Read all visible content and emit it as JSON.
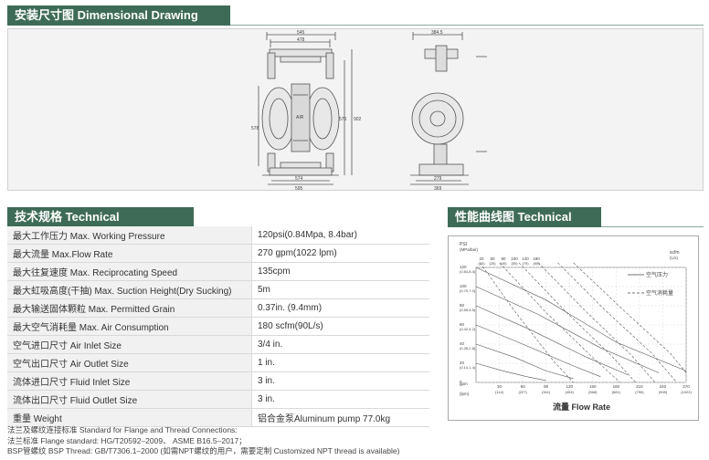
{
  "sections": {
    "drawing": "安装尺寸图 Dimensional Drawing",
    "specs": "技术规格 Technical Specifications",
    "curve": "性能曲线图 Technical Curve"
  },
  "drawing": {
    "front_dims": {
      "top1": "545",
      "top2": "478",
      "bottom1": "574",
      "bottom2": "595",
      "h_right1": "576",
      "h_right2": "902",
      "h_left": "578",
      "air_label": "AIR"
    },
    "side_dims": {
      "top": "384.5",
      "bottom1": "279",
      "bottom2": "369"
    }
  },
  "specs": [
    {
      "label": "最大工作压力 Max. Working Pressure",
      "value": "120psi(0.84Mpa, 8.4bar)"
    },
    {
      "label": "最大流量 Max.Flow Rate",
      "value": "270 gpm(1022 lpm)"
    },
    {
      "label": "最大往复速度 Max. Reciprocating Speed",
      "value": "135cpm"
    },
    {
      "label": "最大虹吸高度(干抽) Max. Suction Height(Dry Sucking)",
      "value": "5m"
    },
    {
      "label": "最大输送固体颗粒 Max. Permitted Grain",
      "value": "0.37in. (9.4mm)"
    },
    {
      "label": "最大空气消耗量 Max. Air Consumption",
      "value": "180 scfm(90L/s)"
    },
    {
      "label": "空气进口尺寸 Air Inlet Size",
      "value": "3/4 in."
    },
    {
      "label": "空气出口尺寸 Air Outlet Size",
      "value": "1 in."
    },
    {
      "label": "流体进口尺寸 Fluid Inlet Size",
      "value": "3 in."
    },
    {
      "label": "流体出口尺寸 Fluid Outlet Size",
      "value": "3 in."
    },
    {
      "label": "重量 Weight",
      "value": "铝合金泵Aluminum pump 77.0kg"
    }
  ],
  "curve": {
    "psi_label": "PSI",
    "psi_unit": "(MPa/bar)",
    "scfm_label": "scfm",
    "scfm_unit": "(L/s)",
    "y_ticks": [
      {
        "v": "120",
        "s": "(0.84,8.4)"
      },
      {
        "v": "100",
        "s": "(0.70,7.0)"
      },
      {
        "v": "80",
        "s": "(0.55,5.5)"
      },
      {
        "v": "60",
        "s": "(0.42,4.2)"
      },
      {
        "v": "40",
        "s": "(0.28,2.8)"
      },
      {
        "v": "20",
        "s": "(0.14,1.4)"
      },
      {
        "v": "0",
        "s": ""
      }
    ],
    "top_ticks": [
      {
        "v": "20",
        "s": "(10)"
      },
      {
        "v": "50",
        "s": "(25)"
      },
      {
        "v": "80",
        "s": "(40)"
      },
      {
        "v": "100",
        "s": "(50)"
      },
      {
        "v": "140",
        "s": "(70)"
      },
      {
        "v": "180",
        "s": "(90)"
      }
    ],
    "x_ticks": [
      {
        "v": "30",
        "s": "(114)"
      },
      {
        "v": "60",
        "s": "(227)"
      },
      {
        "v": "90",
        "s": "(341)"
      },
      {
        "v": "120",
        "s": "(454)"
      },
      {
        "v": "150",
        "s": "(568)"
      },
      {
        "v": "180",
        "s": "(681)"
      },
      {
        "v": "210",
        "s": "(795)"
      },
      {
        "v": "240",
        "s": "(908)"
      },
      {
        "v": "270",
        "s": "(1022)"
      }
    ],
    "x_unit1": "gpm",
    "x_unit2": "(lpm)",
    "legend_pressure": "空气压力",
    "legend_consumption": "空气消耗量",
    "xlabel": "流量 Flow Rate"
  },
  "chart_data": {
    "type": "line",
    "title": "",
    "xlabel": "流量 Flow Rate",
    "ylabel": "PSI",
    "xlim": [
      0,
      270
    ],
    "ylim": [
      0,
      120
    ],
    "series": [
      {
        "name": "空气压力",
        "points": [
          [
            0,
            120
          ],
          [
            90,
            86
          ],
          [
            180,
            42
          ],
          [
            270,
            12
          ]
        ]
      },
      {
        "name": "空气压力",
        "points": [
          [
            0,
            100
          ],
          [
            80,
            71
          ],
          [
            160,
            36
          ],
          [
            235,
            10
          ]
        ]
      },
      {
        "name": "空气压力",
        "points": [
          [
            0,
            80
          ],
          [
            70,
            55
          ],
          [
            140,
            27
          ],
          [
            195,
            8
          ]
        ]
      },
      {
        "name": "空气压力",
        "points": [
          [
            0,
            60
          ],
          [
            60,
            40
          ],
          [
            120,
            19
          ],
          [
            160,
            6
          ]
        ]
      },
      {
        "name": "空气压力",
        "points": [
          [
            0,
            40
          ],
          [
            50,
            26
          ],
          [
            90,
            12
          ],
          [
            125,
            4
          ]
        ]
      },
      {
        "name": "空气压力",
        "points": [
          [
            0,
            20
          ],
          [
            35,
            12
          ],
          [
            65,
            6
          ],
          [
            90,
            2
          ]
        ]
      },
      {
        "name": "空气消耗量",
        "points": [
          [
            5,
            125
          ],
          [
            50,
            74
          ],
          [
            100,
            22
          ],
          [
            125,
            0
          ]
        ]
      },
      {
        "name": "空气消耗量",
        "points": [
          [
            30,
            125
          ],
          [
            90,
            73
          ],
          [
            150,
            26
          ],
          [
            185,
            0
          ]
        ]
      },
      {
        "name": "空气消耗量",
        "points": [
          [
            55,
            125
          ],
          [
            115,
            74
          ],
          [
            175,
            27
          ],
          [
            205,
            0
          ]
        ]
      },
      {
        "name": "空气消耗量",
        "points": [
          [
            80,
            125
          ],
          [
            140,
            75
          ],
          [
            200,
            28
          ],
          [
            230,
            0
          ]
        ]
      },
      {
        "name": "空气消耗量",
        "points": [
          [
            105,
            125
          ],
          [
            165,
            76
          ],
          [
            225,
            31
          ],
          [
            258,
            0
          ]
        ]
      },
      {
        "name": "空气消耗量",
        "points": [
          [
            125,
            125
          ],
          [
            190,
            75
          ],
          [
            250,
            30
          ],
          [
            270,
            10
          ]
        ]
      }
    ]
  },
  "notes": {
    "line1": "法兰及螺纹连接标准 Standard for Flange and Thread Connections:",
    "line2": "法兰标准 Flange standard: HG/T20592–2009、 ASME B16.5–2017；",
    "line3": "BSP管螺纹 BSP Thread: GB/T7306.1–2000 (如需NPT螺纹的用户，需要定制 Customized NPT thread is available)"
  }
}
